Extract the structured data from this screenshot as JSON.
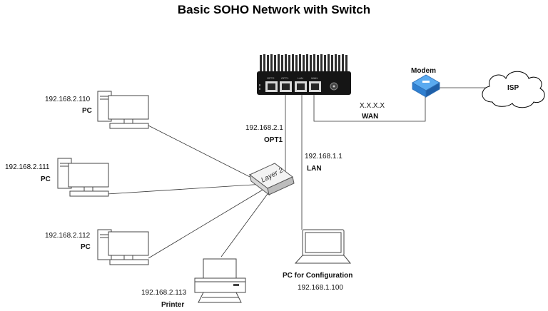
{
  "title": "Basic SOHO Network with Switch",
  "nodes": {
    "pc1": {
      "ip": "192.168.2.110",
      "label": "PC"
    },
    "pc2": {
      "ip": "192.168.2.111",
      "label": "PC"
    },
    "pc3": {
      "ip": "192.168.2.112",
      "label": "PC"
    },
    "printer": {
      "ip": "192.168.2.113",
      "label": "Printer"
    },
    "laptop": {
      "label": "PC for Configuration",
      "ip": "192.168.1.100"
    },
    "switch": {
      "label": "Layer 2"
    },
    "modem": {
      "label": "Modem"
    },
    "isp": {
      "label": "ISP"
    },
    "router": {
      "port_labels": [
        "OPT2",
        "OPT1",
        "LAN",
        "WAN"
      ]
    }
  },
  "links": {
    "opt1": {
      "ip": "192.168.2.1",
      "label": "OPT1"
    },
    "lan": {
      "ip": "192.168.1.1",
      "label": "LAN"
    },
    "wan": {
      "ip": "X.X.X.X",
      "label": "WAN"
    }
  }
}
